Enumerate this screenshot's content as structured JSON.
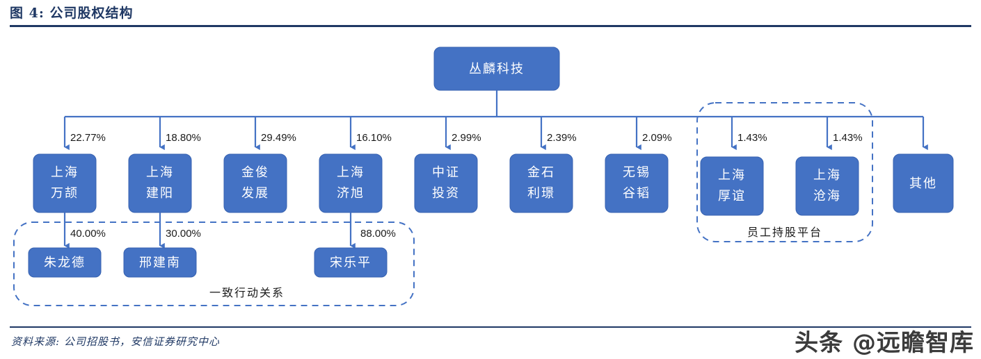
{
  "figure": {
    "title": "图 4: 公司股权结构",
    "source": "资料来源: 公司招股书，安信证券研究中心",
    "watermark": "头条 @远瞻智库",
    "accent_color": "#1F3864",
    "node_color": "#4472C4",
    "connector_color": "#4472C4"
  },
  "chart_data": {
    "type": "diagram",
    "title": "公司股权结构",
    "root": {
      "label": "丛麟科技"
    },
    "shareholders": [
      {
        "label": "上海万颉",
        "percent": "22.77%"
      },
      {
        "label": "上海建阳",
        "percent": "18.80%"
      },
      {
        "label": "金俊发展",
        "percent": "29.49%"
      },
      {
        "label": "上海济旭",
        "percent": "16.10%"
      },
      {
        "label": "中证投资",
        "percent": "2.99%"
      },
      {
        "label": "金石利璟",
        "percent": "2.39%"
      },
      {
        "label": "无锡谷韬",
        "percent": "2.09%"
      },
      {
        "label": "上海厚谊",
        "percent": "1.43%"
      },
      {
        "label": "上海沧海",
        "percent": "1.43%"
      },
      {
        "label": "其他",
        "percent": ""
      }
    ],
    "individuals": [
      {
        "label": "朱龙德",
        "percent": "40.00%",
        "parent": "上海万颉"
      },
      {
        "label": "邢建南",
        "percent": "30.00%",
        "parent": "上海建阳"
      },
      {
        "label": "宋乐平",
        "percent": "88.00%",
        "parent": "上海济旭"
      }
    ],
    "groups": [
      {
        "label": "一致行动关系"
      },
      {
        "label": "员工持股平台"
      }
    ]
  }
}
